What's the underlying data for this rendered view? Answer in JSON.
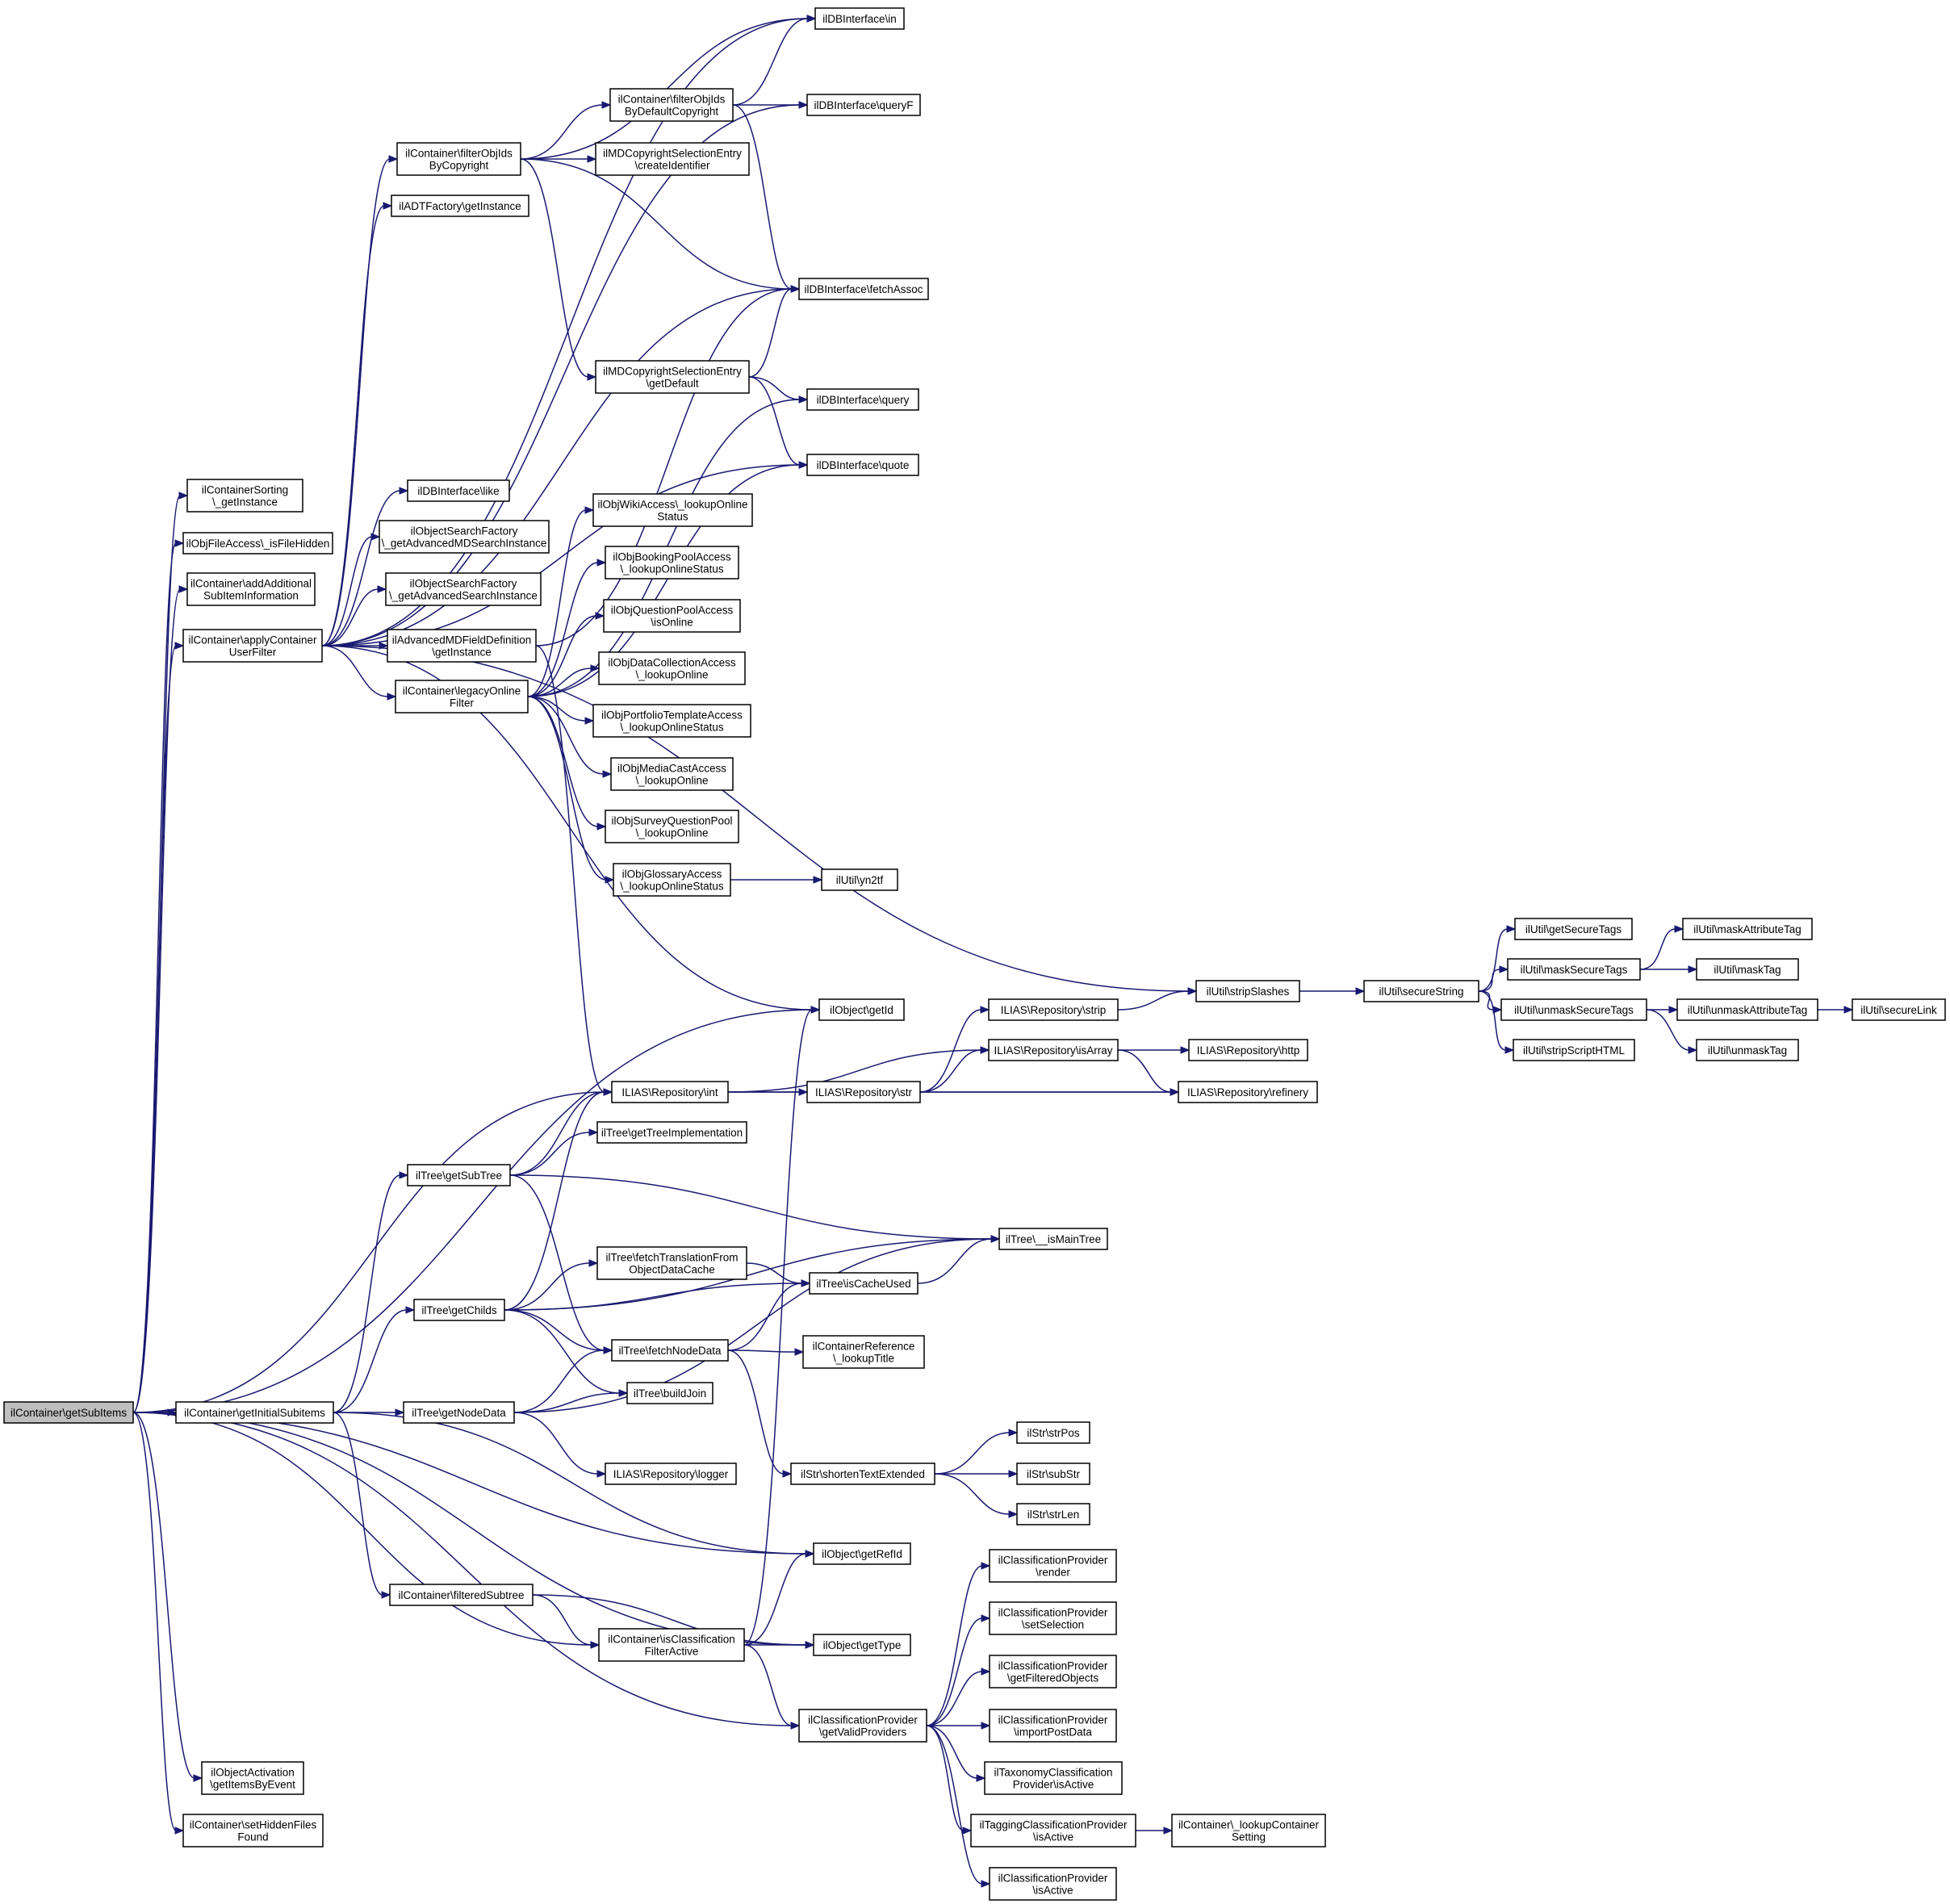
{
  "graph": {
    "root": "n0",
    "nodes": [
      {
        "id": "n0",
        "label": [
          "ilContainer\\getSubItems"
        ],
        "root": true
      },
      {
        "id": "n1",
        "label": [
          "ilContainer\\applyContainer",
          "UserFilter"
        ]
      },
      {
        "id": "n2",
        "label": [
          "ilContainerSorting",
          "\\_getInstance"
        ]
      },
      {
        "id": "n3",
        "label": [
          "ilObjFileAccess\\_isFileHidden"
        ]
      },
      {
        "id": "n4",
        "label": [
          "ilContainer\\addAdditional",
          "SubItemInformation"
        ]
      },
      {
        "id": "n5",
        "label": [
          "ilContainer\\getInitialSubitems"
        ]
      },
      {
        "id": "n6",
        "label": [
          "ilObjectActivation",
          "\\getItemsByEvent"
        ]
      },
      {
        "id": "n7",
        "label": [
          "ilContainer\\setHiddenFiles",
          "Found"
        ]
      },
      {
        "id": "n8",
        "label": [
          "ilContainer\\filterObjIds",
          "ByCopyright"
        ]
      },
      {
        "id": "n9",
        "label": [
          "ilADTFactory\\getInstance"
        ]
      },
      {
        "id": "n10",
        "label": [
          "ilDBInterface\\like"
        ]
      },
      {
        "id": "n11",
        "label": [
          "ilObjectSearchFactory",
          "\\_getAdvancedMDSearchInstance"
        ]
      },
      {
        "id": "n12",
        "label": [
          "ilObjectSearchFactory",
          "\\_getAdvancedSearchInstance"
        ]
      },
      {
        "id": "n13",
        "label": [
          "ilAdvancedMDFieldDefinition",
          "\\getInstance"
        ]
      },
      {
        "id": "n14",
        "label": [
          "ilContainer\\legacyOnline",
          "Filter"
        ]
      },
      {
        "id": "n15",
        "label": [
          "ilDBInterface\\in"
        ]
      },
      {
        "id": "n16",
        "label": [
          "ilContainer\\filterObjIds",
          "ByDefaultCopyright"
        ]
      },
      {
        "id": "n17",
        "label": [
          "ilDBInterface\\queryF"
        ]
      },
      {
        "id": "n18",
        "label": [
          "ilMDCopyrightSelectionEntry",
          "\\createIdentifier"
        ]
      },
      {
        "id": "n19",
        "label": [
          "ilDBInterface\\fetchAssoc"
        ]
      },
      {
        "id": "n20",
        "label": [
          "ilMDCopyrightSelectionEntry",
          "\\getDefault"
        ]
      },
      {
        "id": "n21",
        "label": [
          "ilDBInterface\\query"
        ]
      },
      {
        "id": "n22",
        "label": [
          "ilDBInterface\\quote"
        ]
      },
      {
        "id": "n23",
        "label": [
          "ilObjWikiAccess\\_lookupOnline",
          "Status"
        ]
      },
      {
        "id": "n24",
        "label": [
          "ilObjBookingPoolAccess",
          "\\_lookupOnlineStatus"
        ]
      },
      {
        "id": "n25",
        "label": [
          "ilObjQuestionPoolAccess",
          "\\isOnline"
        ]
      },
      {
        "id": "n26",
        "label": [
          "ilObjDataCollectionAccess",
          "\\_lookupOnline"
        ]
      },
      {
        "id": "n27",
        "label": [
          "ilObjPortfolioTemplateAccess",
          "\\_lookupOnlineStatus"
        ]
      },
      {
        "id": "n28",
        "label": [
          "ilObjMediaCastAccess",
          "\\_lookupOnline"
        ]
      },
      {
        "id": "n29",
        "label": [
          "ilObjSurveyQuestionPool",
          "\\_lookupOnline"
        ]
      },
      {
        "id": "n30",
        "label": [
          "ilObjGlossaryAccess",
          "\\_lookupOnlineStatus"
        ]
      },
      {
        "id": "n31",
        "label": [
          "ilUtil\\yn2tf"
        ]
      },
      {
        "id": "n32",
        "label": [
          "ilUtil\\stripSlashes"
        ]
      },
      {
        "id": "n33",
        "label": [
          "ilUtil\\secureString"
        ]
      },
      {
        "id": "n34",
        "label": [
          "ilUtil\\getSecureTags"
        ]
      },
      {
        "id": "n35",
        "label": [
          "ilUtil\\maskSecureTags"
        ]
      },
      {
        "id": "n36",
        "label": [
          "ilUtil\\maskAttributeTag"
        ]
      },
      {
        "id": "n37",
        "label": [
          "ilUtil\\maskTag"
        ]
      },
      {
        "id": "n38",
        "label": [
          "ilUtil\\unmaskSecureTags"
        ]
      },
      {
        "id": "n39",
        "label": [
          "ilUtil\\unmaskAttributeTag"
        ]
      },
      {
        "id": "n40",
        "label": [
          "ilUtil\\secureLink"
        ]
      },
      {
        "id": "n41",
        "label": [
          "ilUtil\\unmaskTag"
        ]
      },
      {
        "id": "n42",
        "label": [
          "ilUtil\\stripScriptHTML"
        ]
      },
      {
        "id": "n43",
        "label": [
          "ilObject\\getId"
        ]
      },
      {
        "id": "n44",
        "label": [
          "ILIAS\\Repository\\strip"
        ]
      },
      {
        "id": "n45",
        "label": [
          "ILIAS\\Repository\\isArray"
        ]
      },
      {
        "id": "n46",
        "label": [
          "ILIAS\\Repository\\http"
        ]
      },
      {
        "id": "n47",
        "label": [
          "ILIAS\\Repository\\int"
        ]
      },
      {
        "id": "n48",
        "label": [
          "ILIAS\\Repository\\str"
        ]
      },
      {
        "id": "n49",
        "label": [
          "ILIAS\\Repository\\refinery"
        ]
      },
      {
        "id": "n50",
        "label": [
          "ilTree\\getTreeImplementation"
        ]
      },
      {
        "id": "n51",
        "label": [
          "ilTree\\getSubTree"
        ]
      },
      {
        "id": "n52",
        "label": [
          "ilTree\\__isMainTree"
        ]
      },
      {
        "id": "n53",
        "label": [
          "ilTree\\fetchTranslationFrom",
          "ObjectDataCache"
        ]
      },
      {
        "id": "n54",
        "label": [
          "ilTree\\isCacheUsed"
        ]
      },
      {
        "id": "n55",
        "label": [
          "ilTree\\getChilds"
        ]
      },
      {
        "id": "n56",
        "label": [
          "ilTree\\fetchNodeData"
        ]
      },
      {
        "id": "n57",
        "label": [
          "ilContainerReference",
          "\\_lookupTitle"
        ]
      },
      {
        "id": "n58",
        "label": [
          "ilTree\\buildJoin"
        ]
      },
      {
        "id": "n59",
        "label": [
          "ilTree\\getNodeData"
        ]
      },
      {
        "id": "n60",
        "label": [
          "ILIAS\\Repository\\logger"
        ]
      },
      {
        "id": "n61",
        "label": [
          "ilStr\\shortenTextExtended"
        ]
      },
      {
        "id": "n62",
        "label": [
          "ilStr\\strPos"
        ]
      },
      {
        "id": "n63",
        "label": [
          "ilStr\\subStr"
        ]
      },
      {
        "id": "n64",
        "label": [
          "ilStr\\strLen"
        ]
      },
      {
        "id": "n65",
        "label": [
          "ilObject\\getRefId"
        ]
      },
      {
        "id": "n66",
        "label": [
          "ilContainer\\filteredSubtree"
        ]
      },
      {
        "id": "n67",
        "label": [
          "ilContainer\\isClassification",
          "FilterActive"
        ]
      },
      {
        "id": "n68",
        "label": [
          "ilObject\\getType"
        ]
      },
      {
        "id": "n69",
        "label": [
          "ilClassificationProvider",
          "\\getValidProviders"
        ]
      },
      {
        "id": "n70",
        "label": [
          "ilClassificationProvider",
          "\\render"
        ]
      },
      {
        "id": "n71",
        "label": [
          "ilClassificationProvider",
          "\\setSelection"
        ]
      },
      {
        "id": "n72",
        "label": [
          "ilClassificationProvider",
          "\\getFilteredObjects"
        ]
      },
      {
        "id": "n73",
        "label": [
          "ilClassificationProvider",
          "\\importPostData"
        ]
      },
      {
        "id": "n74",
        "label": [
          "ilTaxonomyClassification",
          "Provider\\isActive"
        ]
      },
      {
        "id": "n75",
        "label": [
          "ilTaggingClassificationProvider",
          "\\isActive"
        ]
      },
      {
        "id": "n76",
        "label": [
          "ilContainer\\_lookupContainer",
          "Setting"
        ]
      },
      {
        "id": "n77",
        "label": [
          "ilClassificationProvider",
          "\\isActive"
        ]
      }
    ],
    "edges": [
      [
        "n0",
        "n2"
      ],
      [
        "n0",
        "n3"
      ],
      [
        "n0",
        "n4"
      ],
      [
        "n0",
        "n1"
      ],
      [
        "n0",
        "n5"
      ],
      [
        "n0",
        "n6"
      ],
      [
        "n0",
        "n7"
      ],
      [
        "n0",
        "n43"
      ],
      [
        "n0",
        "n47"
      ],
      [
        "n0",
        "n65"
      ],
      [
        "n0",
        "n67"
      ],
      [
        "n0",
        "n68"
      ],
      [
        "n0",
        "n69"
      ],
      [
        "n1",
        "n8"
      ],
      [
        "n1",
        "n9"
      ],
      [
        "n1",
        "n10"
      ],
      [
        "n1",
        "n11"
      ],
      [
        "n1",
        "n12"
      ],
      [
        "n1",
        "n13"
      ],
      [
        "n1",
        "n14"
      ],
      [
        "n1",
        "n15"
      ],
      [
        "n1",
        "n17"
      ],
      [
        "n1",
        "n19"
      ],
      [
        "n1",
        "n22"
      ],
      [
        "n1",
        "n32"
      ],
      [
        "n1",
        "n43"
      ],
      [
        "n8",
        "n15"
      ],
      [
        "n8",
        "n16"
      ],
      [
        "n8",
        "n18"
      ],
      [
        "n8",
        "n19"
      ],
      [
        "n8",
        "n20"
      ],
      [
        "n16",
        "n15"
      ],
      [
        "n16",
        "n17"
      ],
      [
        "n16",
        "n19"
      ],
      [
        "n20",
        "n19"
      ],
      [
        "n20",
        "n21"
      ],
      [
        "n20",
        "n22"
      ],
      [
        "n13",
        "n19"
      ],
      [
        "n13",
        "n47"
      ],
      [
        "n14",
        "n21"
      ],
      [
        "n14",
        "n22"
      ],
      [
        "n14",
        "n23"
      ],
      [
        "n14",
        "n24"
      ],
      [
        "n14",
        "n25"
      ],
      [
        "n14",
        "n26"
      ],
      [
        "n14",
        "n27"
      ],
      [
        "n14",
        "n28"
      ],
      [
        "n14",
        "n29"
      ],
      [
        "n14",
        "n30"
      ],
      [
        "n30",
        "n31"
      ],
      [
        "n32",
        "n33"
      ],
      [
        "n33",
        "n34"
      ],
      [
        "n33",
        "n35"
      ],
      [
        "n33",
        "n38"
      ],
      [
        "n33",
        "n42"
      ],
      [
        "n35",
        "n36"
      ],
      [
        "n35",
        "n37"
      ],
      [
        "n38",
        "n39"
      ],
      [
        "n38",
        "n41"
      ],
      [
        "n39",
        "n40"
      ],
      [
        "n44",
        "n32"
      ],
      [
        "n45",
        "n46"
      ],
      [
        "n45",
        "n49"
      ],
      [
        "n47",
        "n45"
      ],
      [
        "n47",
        "n48"
      ],
      [
        "n47",
        "n49"
      ],
      [
        "n48",
        "n44"
      ],
      [
        "n48",
        "n45"
      ],
      [
        "n48",
        "n49"
      ],
      [
        "n5",
        "n51"
      ],
      [
        "n5",
        "n55"
      ],
      [
        "n5",
        "n59"
      ],
      [
        "n5",
        "n66"
      ],
      [
        "n5",
        "n65"
      ],
      [
        "n51",
        "n47"
      ],
      [
        "n51",
        "n50"
      ],
      [
        "n51",
        "n52"
      ],
      [
        "n51",
        "n56"
      ],
      [
        "n55",
        "n47"
      ],
      [
        "n55",
        "n52"
      ],
      [
        "n55",
        "n53"
      ],
      [
        "n55",
        "n54"
      ],
      [
        "n55",
        "n56"
      ],
      [
        "n55",
        "n58"
      ],
      [
        "n53",
        "n54"
      ],
      [
        "n54",
        "n52"
      ],
      [
        "n56",
        "n54"
      ],
      [
        "n56",
        "n57"
      ],
      [
        "n56",
        "n61"
      ],
      [
        "n59",
        "n56"
      ],
      [
        "n59",
        "n58"
      ],
      [
        "n59",
        "n52"
      ],
      [
        "n59",
        "n60"
      ],
      [
        "n61",
        "n62"
      ],
      [
        "n61",
        "n63"
      ],
      [
        "n61",
        "n64"
      ],
      [
        "n66",
        "n67"
      ],
      [
        "n66",
        "n68"
      ],
      [
        "n67",
        "n43"
      ],
      [
        "n67",
        "n65"
      ],
      [
        "n67",
        "n68"
      ],
      [
        "n67",
        "n69"
      ],
      [
        "n69",
        "n70"
      ],
      [
        "n69",
        "n71"
      ],
      [
        "n69",
        "n72"
      ],
      [
        "n69",
        "n73"
      ],
      [
        "n69",
        "n74"
      ],
      [
        "n69",
        "n75"
      ],
      [
        "n69",
        "n77"
      ],
      [
        "n75",
        "n76"
      ]
    ]
  }
}
